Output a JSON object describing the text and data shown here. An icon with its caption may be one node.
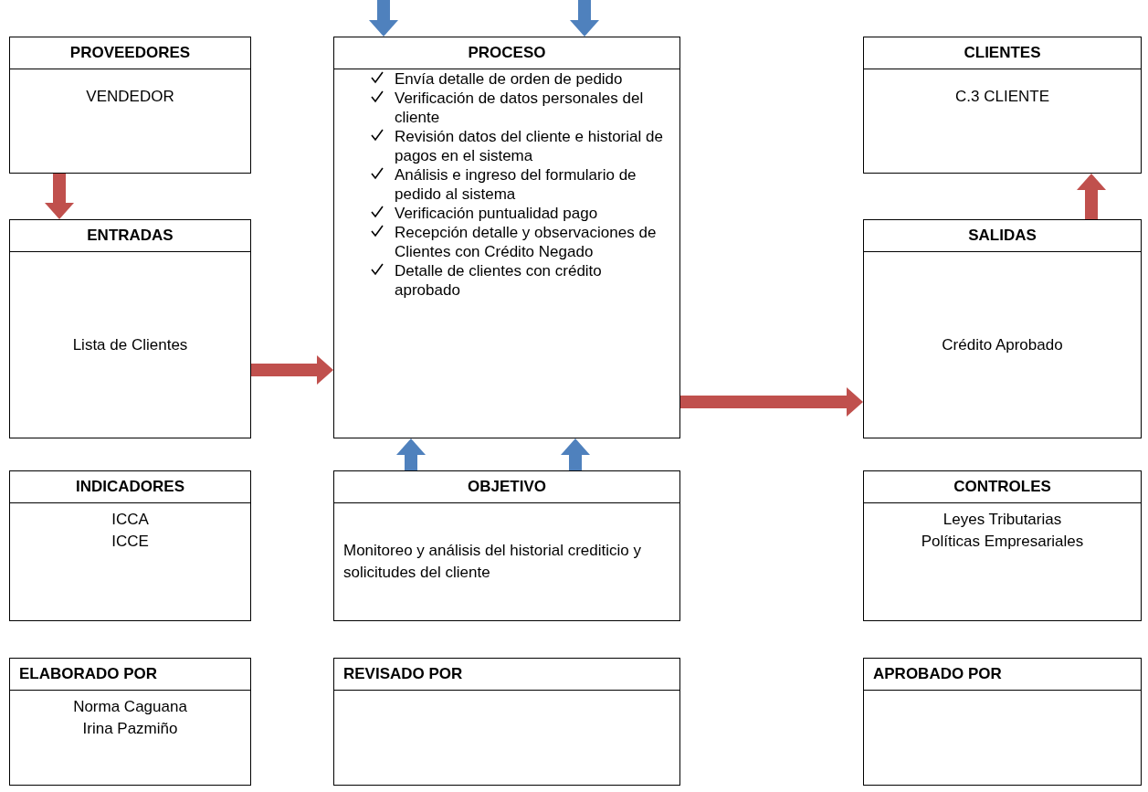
{
  "diagram": {
    "nodes": [
      {
        "text": [
          "PROVEEDORES",
          "VENDEDOR"
        ]
      },
      {
        "text": [
          "PROCESO",
          "Envía detalle de orden de pedido",
          "Verificación de datos personales del cliente",
          "Revisión datos del cliente e historial de pagos en el sistema",
          "Análisis e ingreso del formulario de pedido al sistema",
          "Verificación puntualidad pago",
          "Recepción detalle y observaciones de Clientes con Crédito Negado",
          "Detalle de clientes con crédito aprobado"
        ]
      },
      {
        "text": [
          "CLIENTES",
          "C.3 CLIENTE"
        ]
      },
      {
        "text": [
          "ENTRADAS",
          "Lista de Clientes"
        ]
      },
      {
        "text": [
          "SALIDAS",
          "Crédito Aprobado"
        ]
      },
      {
        "text": [
          "INDICADORES",
          "ICCA",
          "ICCE"
        ]
      },
      {
        "text": [
          "OBJETIVO",
          "Monitoreo y análisis del historial crediticio y solicitudes del cliente"
        ]
      },
      {
        "text": [
          "CONTROLES",
          "Leyes Tributarias",
          "Políticas Empresariales"
        ]
      },
      {
        "text": [
          "ELABORADO POR",
          "Norma Caguana",
          "Irina Pazmiño"
        ]
      },
      {
        "text": [
          "REVISADO POR"
        ]
      },
      {
        "text": [
          "APROBADO POR"
        ]
      }
    ],
    "edges": [
      {
        "from": 0,
        "to": 3,
        "arrow": "to",
        "color": "#c0504d"
      },
      {
        "from": 3,
        "to": 1,
        "arrow": "to",
        "color": "#c0504d"
      },
      {
        "from": 1,
        "to": 4,
        "arrow": "to",
        "color": "#c0504d"
      },
      {
        "from": 4,
        "to": 2,
        "arrow": "to",
        "color": "#c0504d"
      },
      {
        "from": 6,
        "to": 1,
        "arrow": "to",
        "color": "#4f81bd"
      },
      {
        "from": 6,
        "to": 1,
        "arrow": "to",
        "color": "#4f81bd"
      },
      {
        "from": null,
        "to": 1,
        "arrow": "to",
        "color": "#4f81bd"
      },
      {
        "from": null,
        "to": 1,
        "arrow": "to",
        "color": "#4f81bd"
      }
    ]
  }
}
